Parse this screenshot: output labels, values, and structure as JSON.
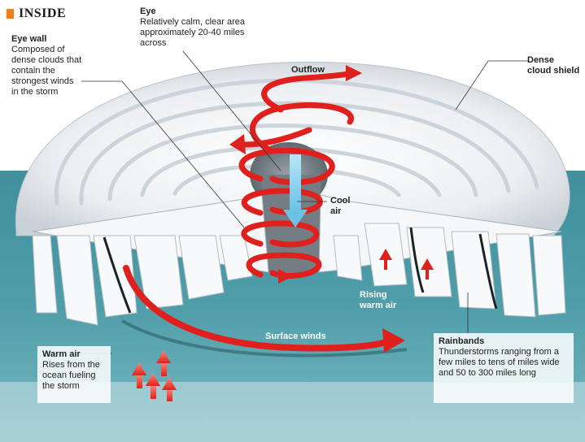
{
  "header": {
    "title": "INSIDE",
    "accent_color": "#f07d1a"
  },
  "labels": {
    "eye": {
      "title": "Eye",
      "desc": "Relatively calm, clear area\napproximately 20-40 miles\nacross"
    },
    "eye_wall": {
      "title": "Eye wall",
      "desc": "Composed of\ndense clouds that\ncontain the\nstrongest winds\nin the storm"
    },
    "outflow": {
      "title": "Outflow"
    },
    "dense_cloud_shield": {
      "title": "Dense\ncloud shield"
    },
    "cool_air": {
      "title": "Cool\nair"
    },
    "rising_warm_air": {
      "title": "Rising\nwarm air"
    },
    "surface_winds": {
      "title": "Surface winds"
    },
    "warm_air": {
      "title": "Warm air",
      "desc": "Rises from the\nocean fueling\nthe storm"
    },
    "rainbands": {
      "title": "Rainbands",
      "desc": "Thunderstorms ranging from a\nfew miles to tens of miles wide\nand 50 to 300 miles long"
    }
  },
  "colors": {
    "ocean": "#4e9aa6",
    "wind_red": "#e0201c",
    "cool_air_blue": "#8fd3f0",
    "cloud": "#f2f4f6"
  }
}
